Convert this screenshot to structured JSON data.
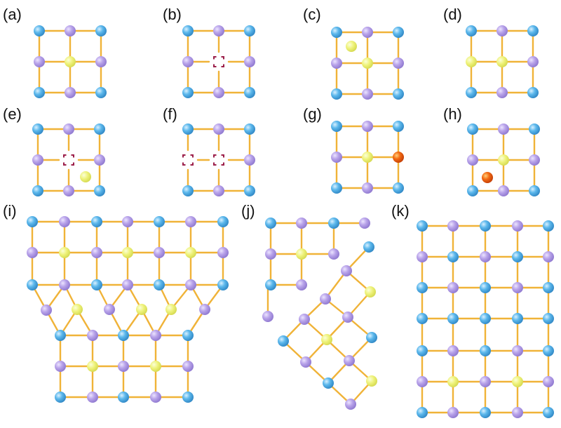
{
  "panel_labels": {
    "a": "(a)",
    "b": "(b)",
    "c": "(c)",
    "d": "(d)",
    "e": "(e)",
    "f": "(f)",
    "g": "(g)",
    "h": "(h)",
    "i": "(i)",
    "j": "(j)",
    "k": "(k)"
  },
  "colors": {
    "bond": "#f0b338",
    "atom_blue": "#5cb8ec",
    "atom_purple": "#b9a4ea",
    "atom_yellow": "#eef27a",
    "atom_orange": "#f36b14",
    "vacancy": "#9b1f4a"
  }
}
